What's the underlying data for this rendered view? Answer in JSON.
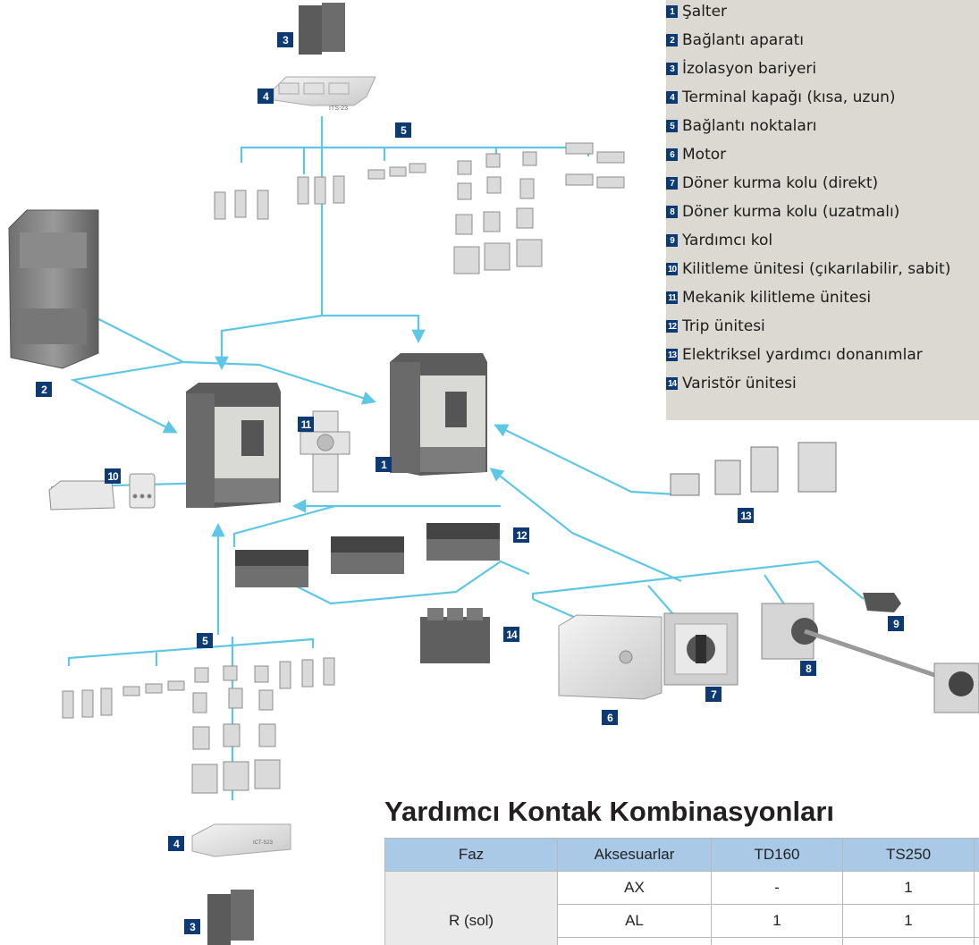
{
  "legend": {
    "items": [
      {
        "num": "1",
        "label": "Şalter"
      },
      {
        "num": "2",
        "label": "Bağlantı aparatı"
      },
      {
        "num": "3",
        "label": "İzolasyon bariyeri"
      },
      {
        "num": "4",
        "label": "Terminal kapağı (kısa, uzun)"
      },
      {
        "num": "5",
        "label": "Bağlantı noktaları"
      },
      {
        "num": "6",
        "label": "Motor"
      },
      {
        "num": "7",
        "label": "Döner kurma kolu (direkt)"
      },
      {
        "num": "8",
        "label": "Döner kurma kolu (uzatmalı)"
      },
      {
        "num": "9",
        "label": "Yardımcı kol"
      },
      {
        "num": "10",
        "label": "Kilitleme ünitesi (çıkarılabilir, sabit)"
      },
      {
        "num": "11",
        "label": "Mekanik kilitleme ünitesi"
      },
      {
        "num": "12",
        "label": "Trip ünitesi"
      },
      {
        "num": "13",
        "label": "Elektriksel yardımcı donanımlar"
      },
      {
        "num": "14",
        "label": "Varistör ünitesi"
      }
    ]
  },
  "diagram": {
    "badges": {
      "b1": "1",
      "b2": "2",
      "b3_top": "3",
      "b3_bottom": "3",
      "b4_top": "4",
      "b4_bottom": "4",
      "b5_top": "5",
      "b5_bottom": "5",
      "b6": "6",
      "b7": "7",
      "b8": "8",
      "b9": "9",
      "b10": "10",
      "b11": "11",
      "b12": "12",
      "b13": "13",
      "b14": "14"
    },
    "part_labels": {
      "terminal_cover_top": "ITS-23",
      "terminal_cover_bottom": "ICT-S23"
    },
    "line_color": "#5ec7e6",
    "badge_color": "#0e3a73"
  },
  "table_section": {
    "title": "Yardımcı Kontak Kombinasyonları",
    "headers": [
      "Faz",
      "Aksesuarlar",
      "TD160",
      "TS250",
      ""
    ],
    "rows": [
      {
        "faz": "R (sol)",
        "cells": [
          [
            "AX",
            "-",
            "1",
            ""
          ],
          [
            "AL",
            "1",
            "1",
            ""
          ],
          [
            "",
            "",
            "",
            ""
          ]
        ]
      }
    ]
  }
}
